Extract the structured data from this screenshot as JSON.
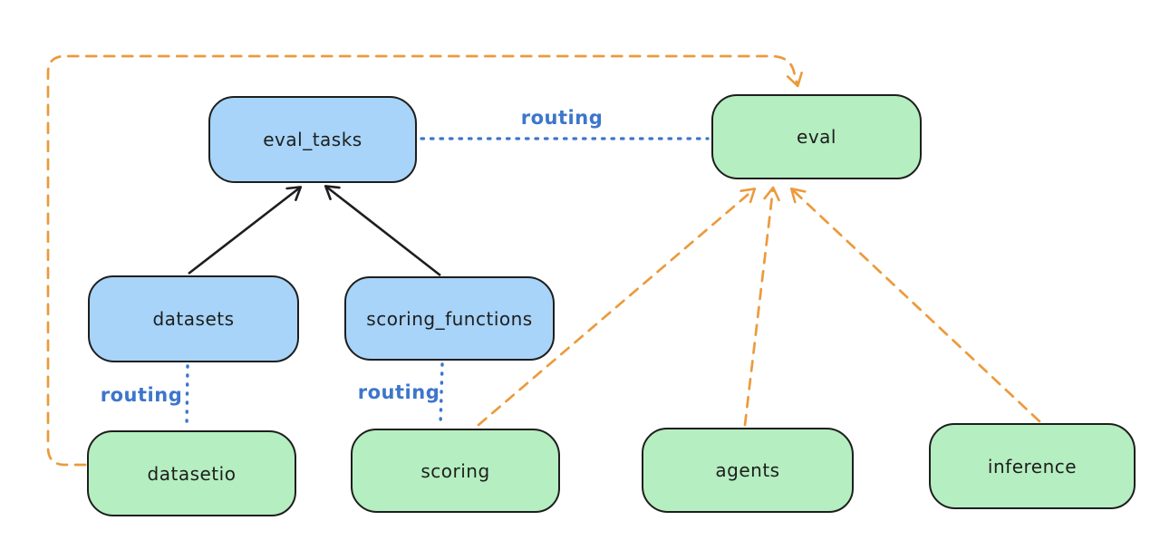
{
  "diagram": {
    "nodes": [
      {
        "id": "eval_tasks",
        "label": "eval_tasks",
        "fill": "blue"
      },
      {
        "id": "eval",
        "label": "eval",
        "fill": "green"
      },
      {
        "id": "datasets",
        "label": "datasets",
        "fill": "blue"
      },
      {
        "id": "scoring_functions",
        "label": "scoring_functions",
        "fill": "blue"
      },
      {
        "id": "datasetio",
        "label": "datasetio",
        "fill": "green"
      },
      {
        "id": "scoring",
        "label": "scoring",
        "fill": "green"
      },
      {
        "id": "agents",
        "label": "agents",
        "fill": "green"
      },
      {
        "id": "inference",
        "label": "inference",
        "fill": "green"
      }
    ],
    "edges": [
      {
        "from": "datasets",
        "to": "eval_tasks",
        "style": "solid-black-arrow",
        "label": ""
      },
      {
        "from": "scoring_functions",
        "to": "eval_tasks",
        "style": "solid-black-arrow",
        "label": ""
      },
      {
        "from": "eval_tasks",
        "to": "eval",
        "style": "dotted-blue",
        "label": "routing"
      },
      {
        "from": "datasets",
        "to": "datasetio",
        "style": "dotted-blue",
        "label": "routing"
      },
      {
        "from": "scoring_functions",
        "to": "scoring",
        "style": "dotted-blue",
        "label": "routing"
      },
      {
        "from": "scoring",
        "to": "eval",
        "style": "dashed-orange-arrow",
        "label": ""
      },
      {
        "from": "agents",
        "to": "eval",
        "style": "dashed-orange-arrow",
        "label": ""
      },
      {
        "from": "inference",
        "to": "eval",
        "style": "dashed-orange-arrow",
        "label": ""
      },
      {
        "from": "datasetio",
        "to": "eval",
        "style": "dashed-orange-arrow",
        "label": ""
      }
    ],
    "colors": {
      "node_blue_fill": "#a7d4f8",
      "node_green_fill": "#b5eec0",
      "stroke_black": "#1e1e1e",
      "routing_blue": "#3d76cb",
      "arrow_orange": "#ec9a3c",
      "background": "#ffffff"
    }
  }
}
